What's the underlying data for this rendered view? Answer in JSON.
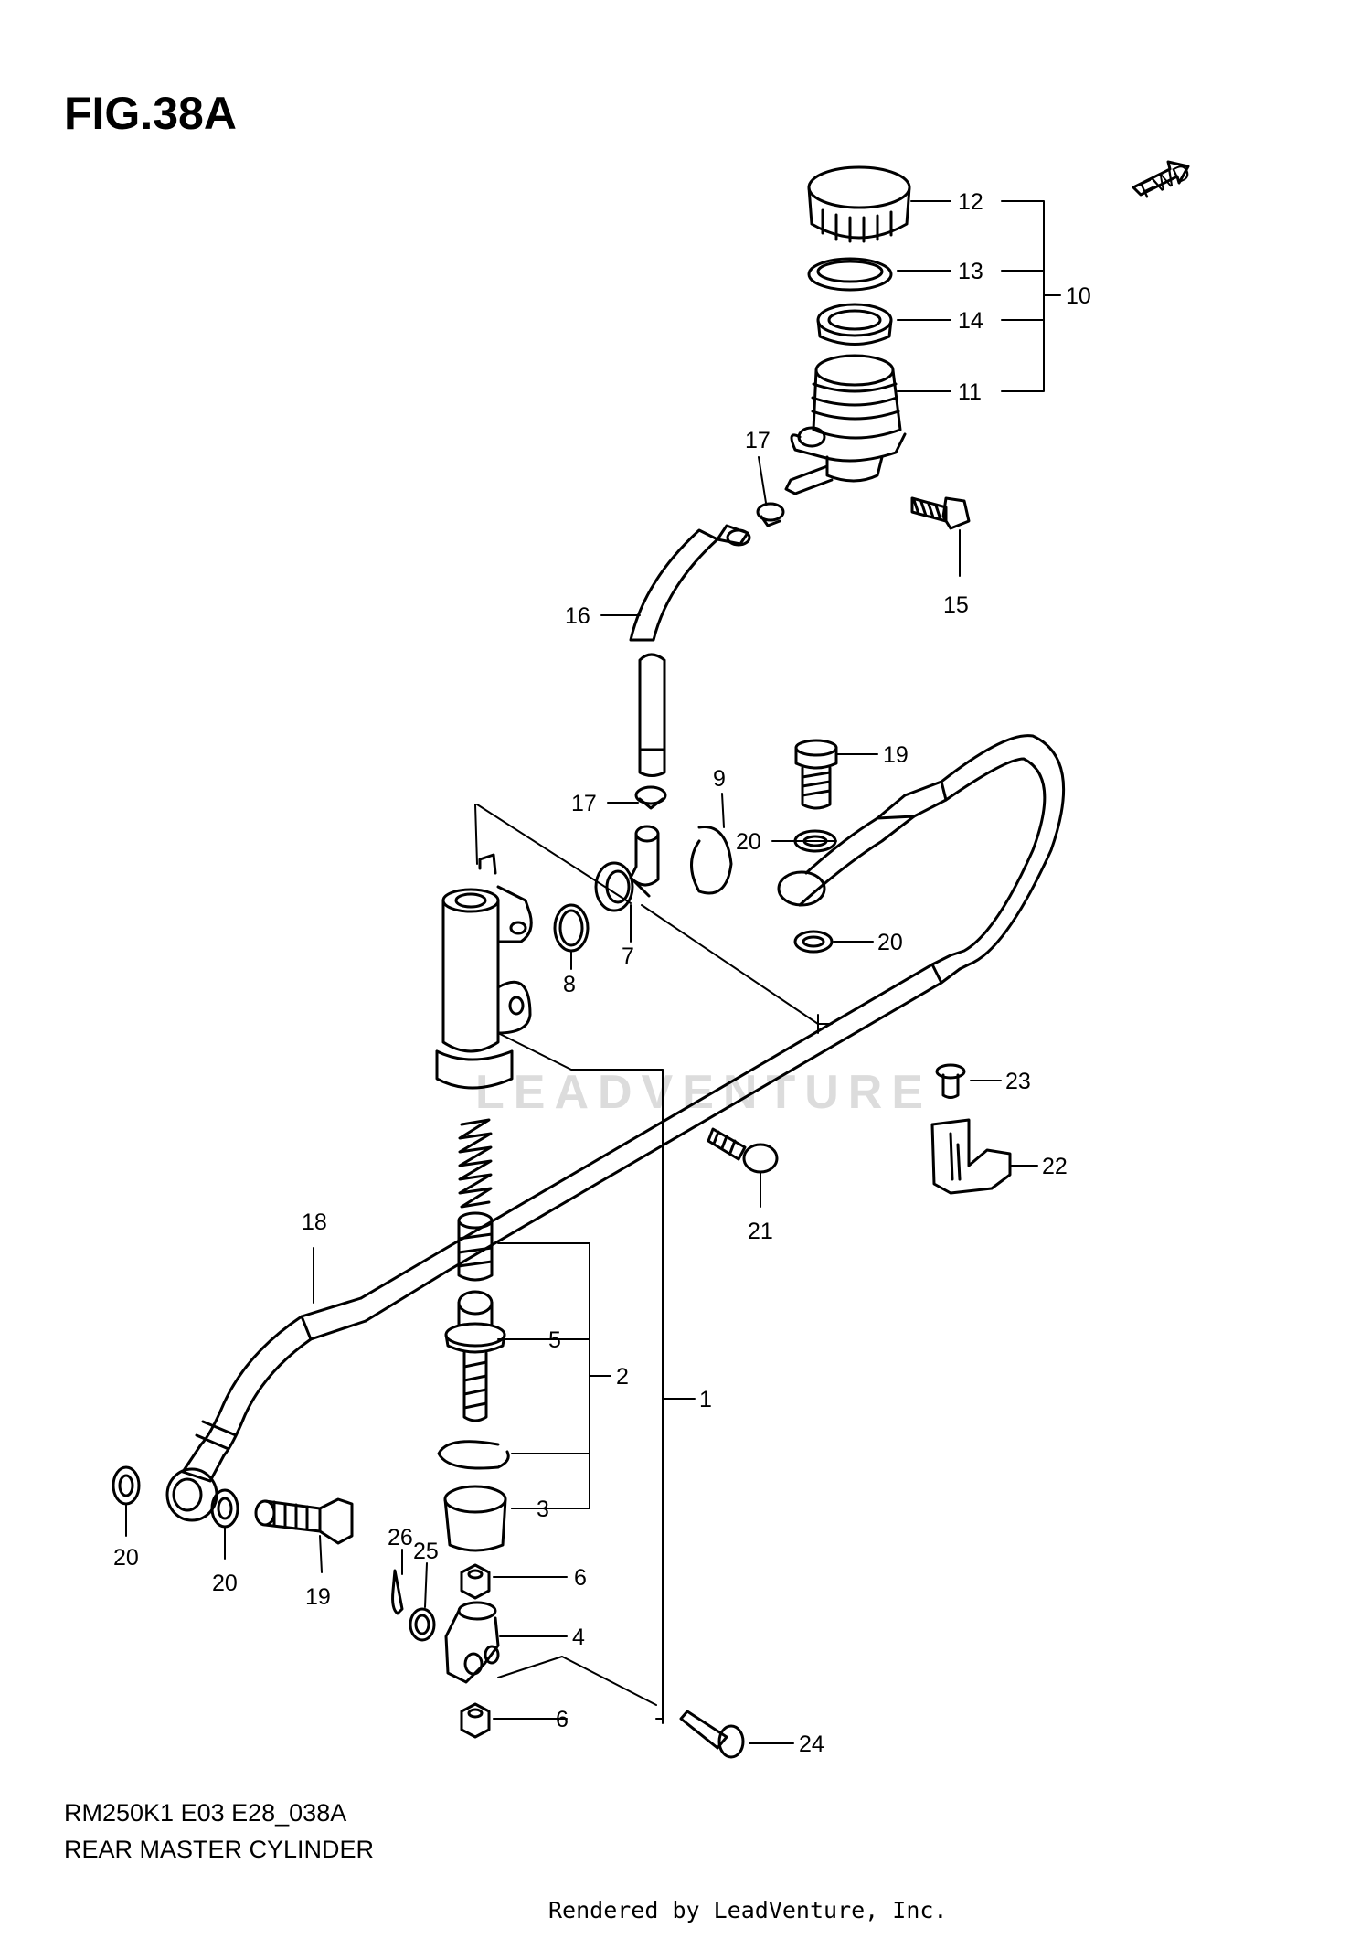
{
  "figure": {
    "title": "FIG.38A",
    "code": "RM250K1 E03 E28_038A",
    "caption": "REAR MASTER CYLINDER",
    "rendered_by": "Rendered by LeadVenture, Inc.",
    "watermark": "LEADVENTURE",
    "fwd_badge": "FWD"
  },
  "parts": {
    "p1": "1",
    "p2": "2",
    "p3": "3",
    "p4": "4",
    "p5": "5",
    "p6a": "6",
    "p6b": "6",
    "p7": "7",
    "p8": "8",
    "p9": "9",
    "p10": "10",
    "p11": "11",
    "p12": "12",
    "p13": "13",
    "p14": "14",
    "p15": "15",
    "p16": "16",
    "p17a": "17",
    "p17b": "17",
    "p18": "18",
    "p19a": "19",
    "p19b": "19",
    "p20a": "20",
    "p20b": "20",
    "p20c": "20",
    "p20d": "20",
    "p21": "21",
    "p22": "22",
    "p23": "23",
    "p24": "24",
    "p25": "25",
    "p26": "26"
  }
}
